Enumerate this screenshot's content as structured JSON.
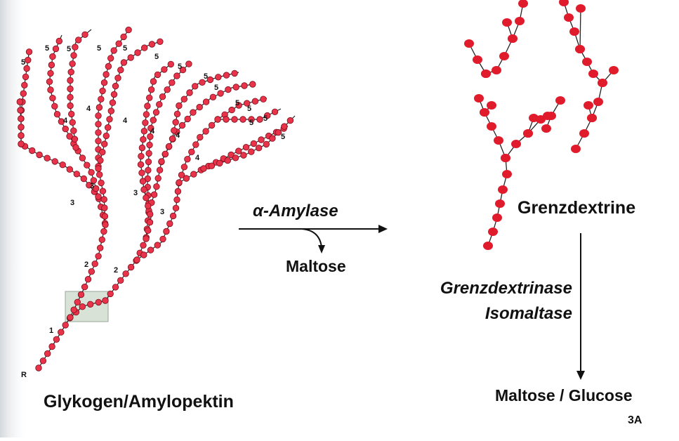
{
  "glycogen": {
    "caption": "Glykogen/Amylopektin",
    "reducing_end": "R",
    "generation_labels": [
      "1",
      "2",
      "2",
      "3",
      "3",
      "3",
      "3",
      "4",
      "4",
      "4",
      "4",
      "4",
      "4",
      "5",
      "5",
      "5",
      "5",
      "5",
      "5",
      "5",
      "5",
      "5",
      "5",
      "5",
      "5",
      "5",
      "5"
    ]
  },
  "reaction_1": {
    "enzyme": "α-Amylase",
    "product": "Maltose"
  },
  "grenzdextrine": {
    "title": "Grenzdextrine"
  },
  "reaction_2": {
    "enzyme_1": "Grenzdextrinase",
    "enzyme_2": "Isomaltase",
    "product": "Maltose / Glucose"
  },
  "page_tag": "3A",
  "colors": {
    "bead_fill": "#e8334a",
    "bead_stroke": "#7a0e1a",
    "line": "#222222",
    "dextrine_fill": "#e01b2c",
    "highlight_box": "#d8e2d6"
  }
}
